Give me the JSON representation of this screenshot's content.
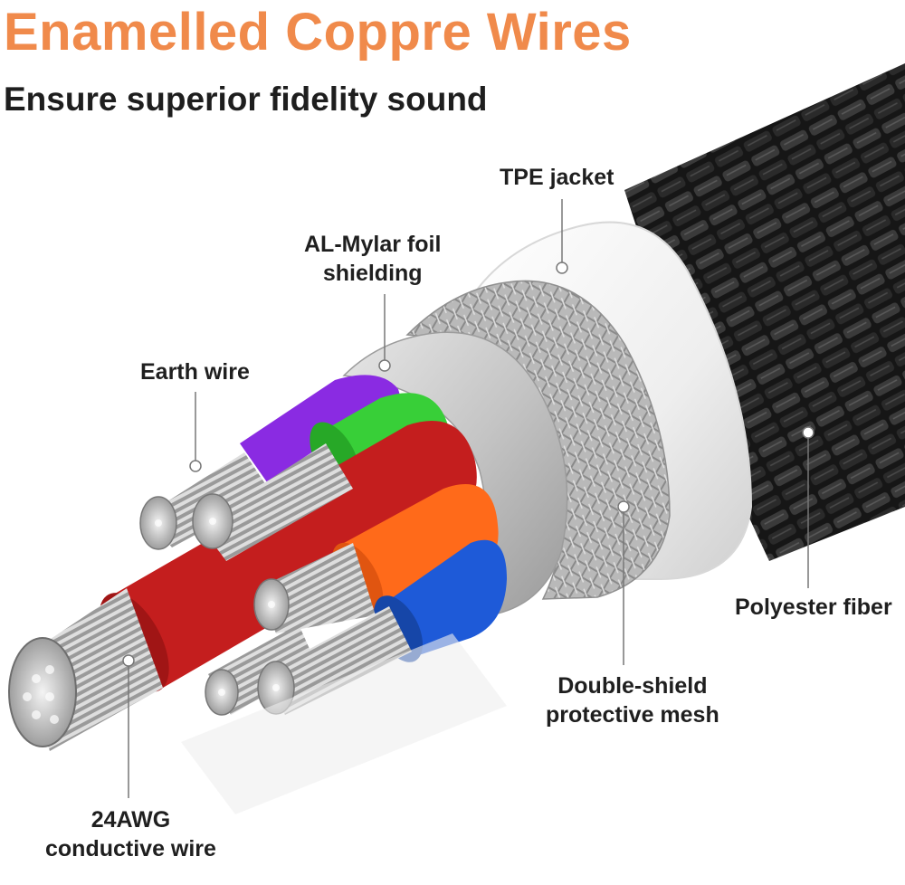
{
  "header": {
    "title": "Enamelled Coppre Wires",
    "subtitle": "Ensure superior fidelity sound"
  },
  "labels": {
    "tpe_jacket": "TPE jacket",
    "al_mylar_line1": "AL-Mylar foil",
    "al_mylar_line2": "shielding",
    "earth_wire": "Earth wire",
    "polyester_fiber": "Polyester fiber",
    "double_shield_line1": "Double-shield",
    "double_shield_line2": "protective mesh",
    "conductive_line1": "24AWG",
    "conductive_line2": "conductive wire"
  },
  "colors": {
    "title": "#f08a4b",
    "braid": "#1b1b1b",
    "jacket": "#f2f2f2",
    "mesh": "#b4b4b4",
    "foil": "#c8c8c8",
    "wire_red": "#c41e1e",
    "wire_purple": "#8a2be2",
    "wire_green": "#3ad13a",
    "wire_orange": "#ff6a1a",
    "wire_blue": "#1e5ad8",
    "copper": "#c9c9c9"
  }
}
